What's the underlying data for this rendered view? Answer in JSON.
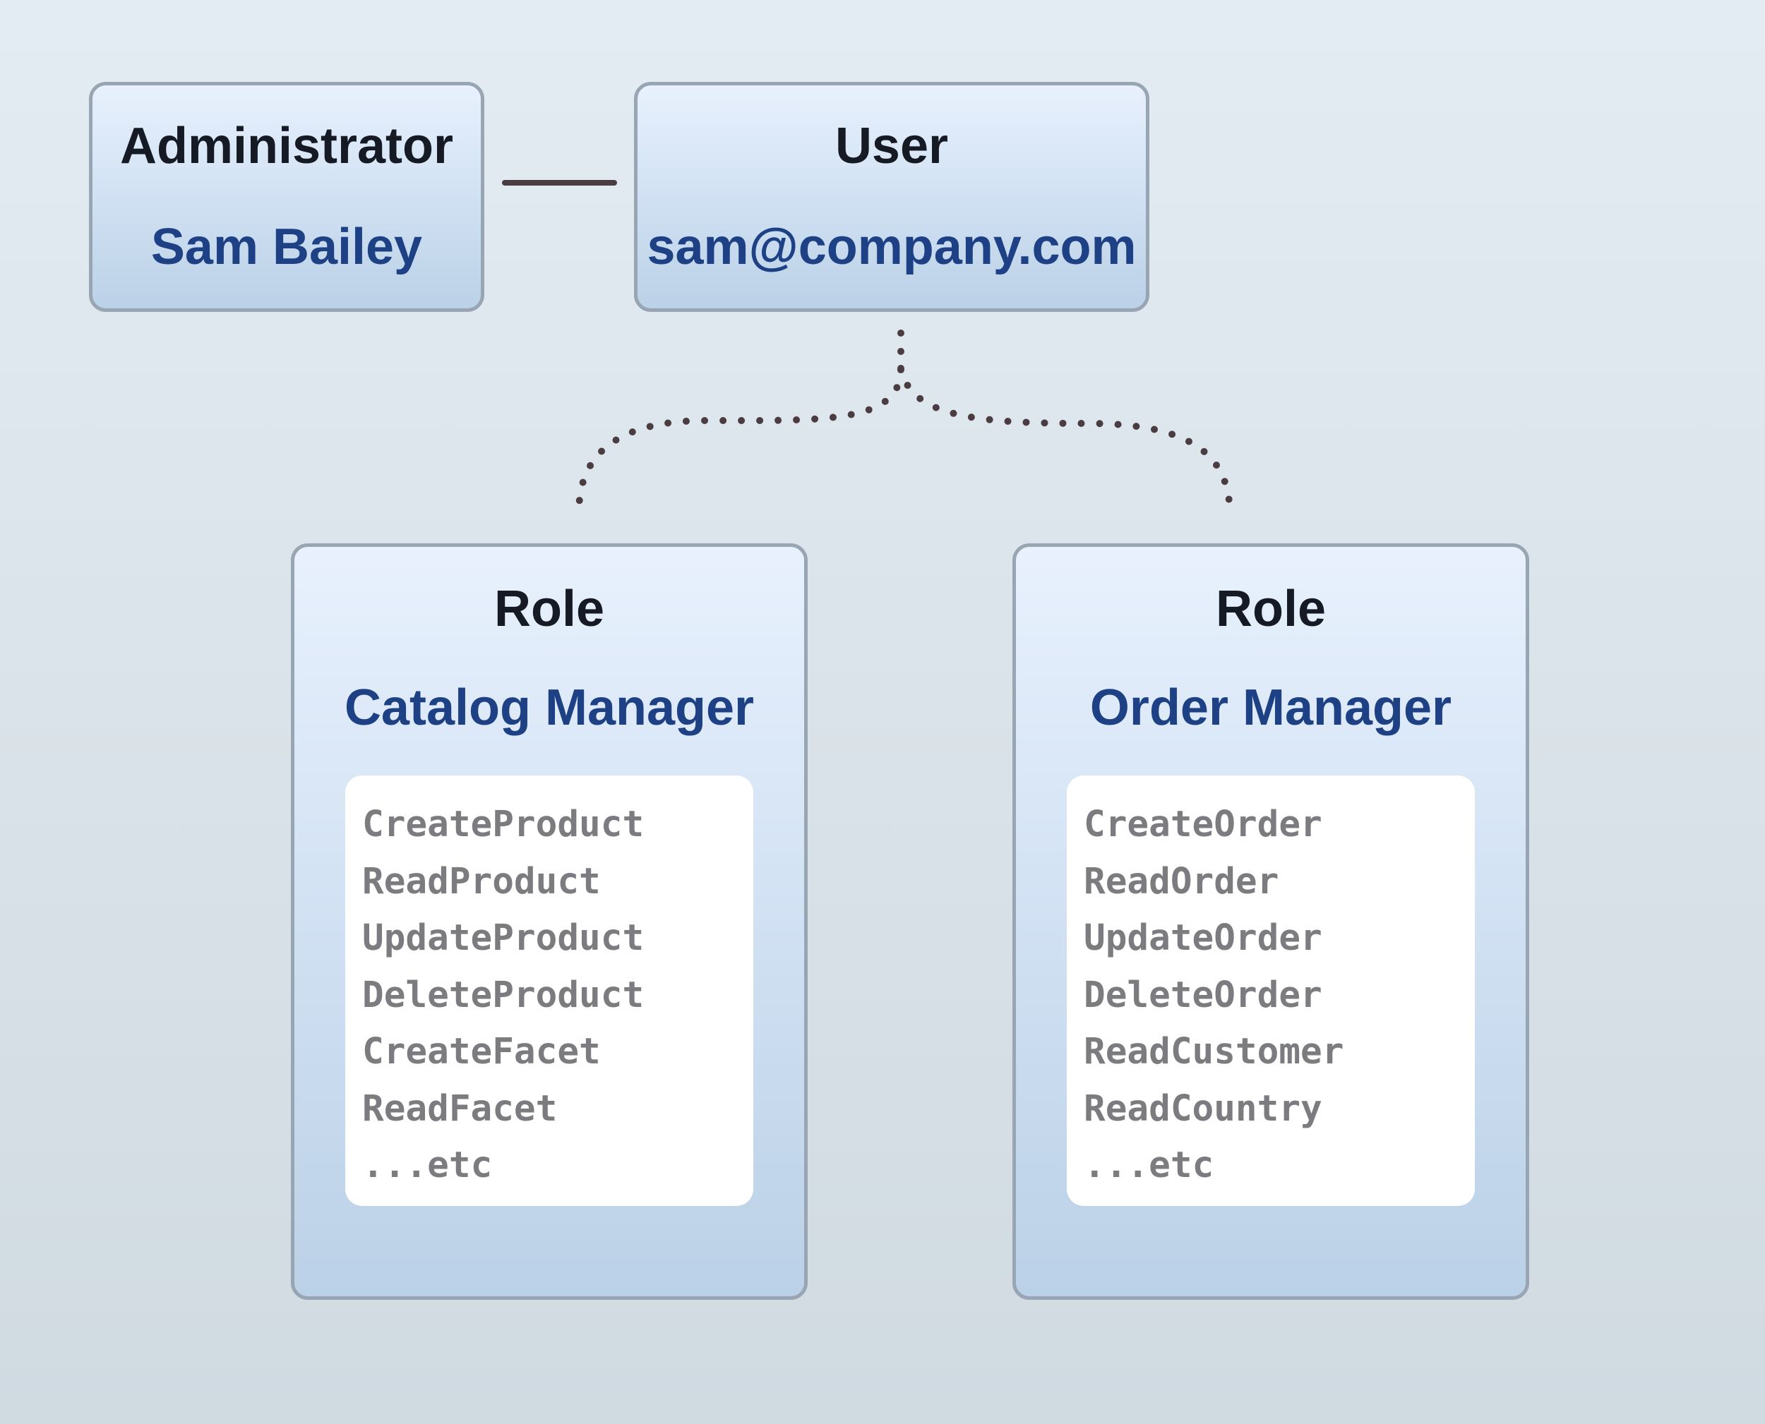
{
  "admin": {
    "type": "Administrator",
    "value": "Sam Bailey"
  },
  "user": {
    "type": "User",
    "value": "sam@company.com"
  },
  "roles": [
    {
      "type": "Role",
      "name": "Catalog Manager",
      "permissions": [
        "CreateProduct",
        "ReadProduct",
        "UpdateProduct",
        "DeleteProduct",
        "CreateFacet",
        "ReadFacet",
        "...etc"
      ]
    },
    {
      "type": "Role",
      "name": "Order Manager",
      "permissions": [
        "CreateOrder",
        "ReadOrder",
        "UpdateOrder",
        "DeleteOrder",
        "ReadCustomer",
        "ReadCountry",
        "...etc"
      ]
    }
  ],
  "colors": {
    "node_border": "#98a5b2",
    "type_text": "#151a24",
    "value_text": "#1d4184",
    "permission_text": "#7c7c80",
    "connector": "#4a3c40"
  }
}
